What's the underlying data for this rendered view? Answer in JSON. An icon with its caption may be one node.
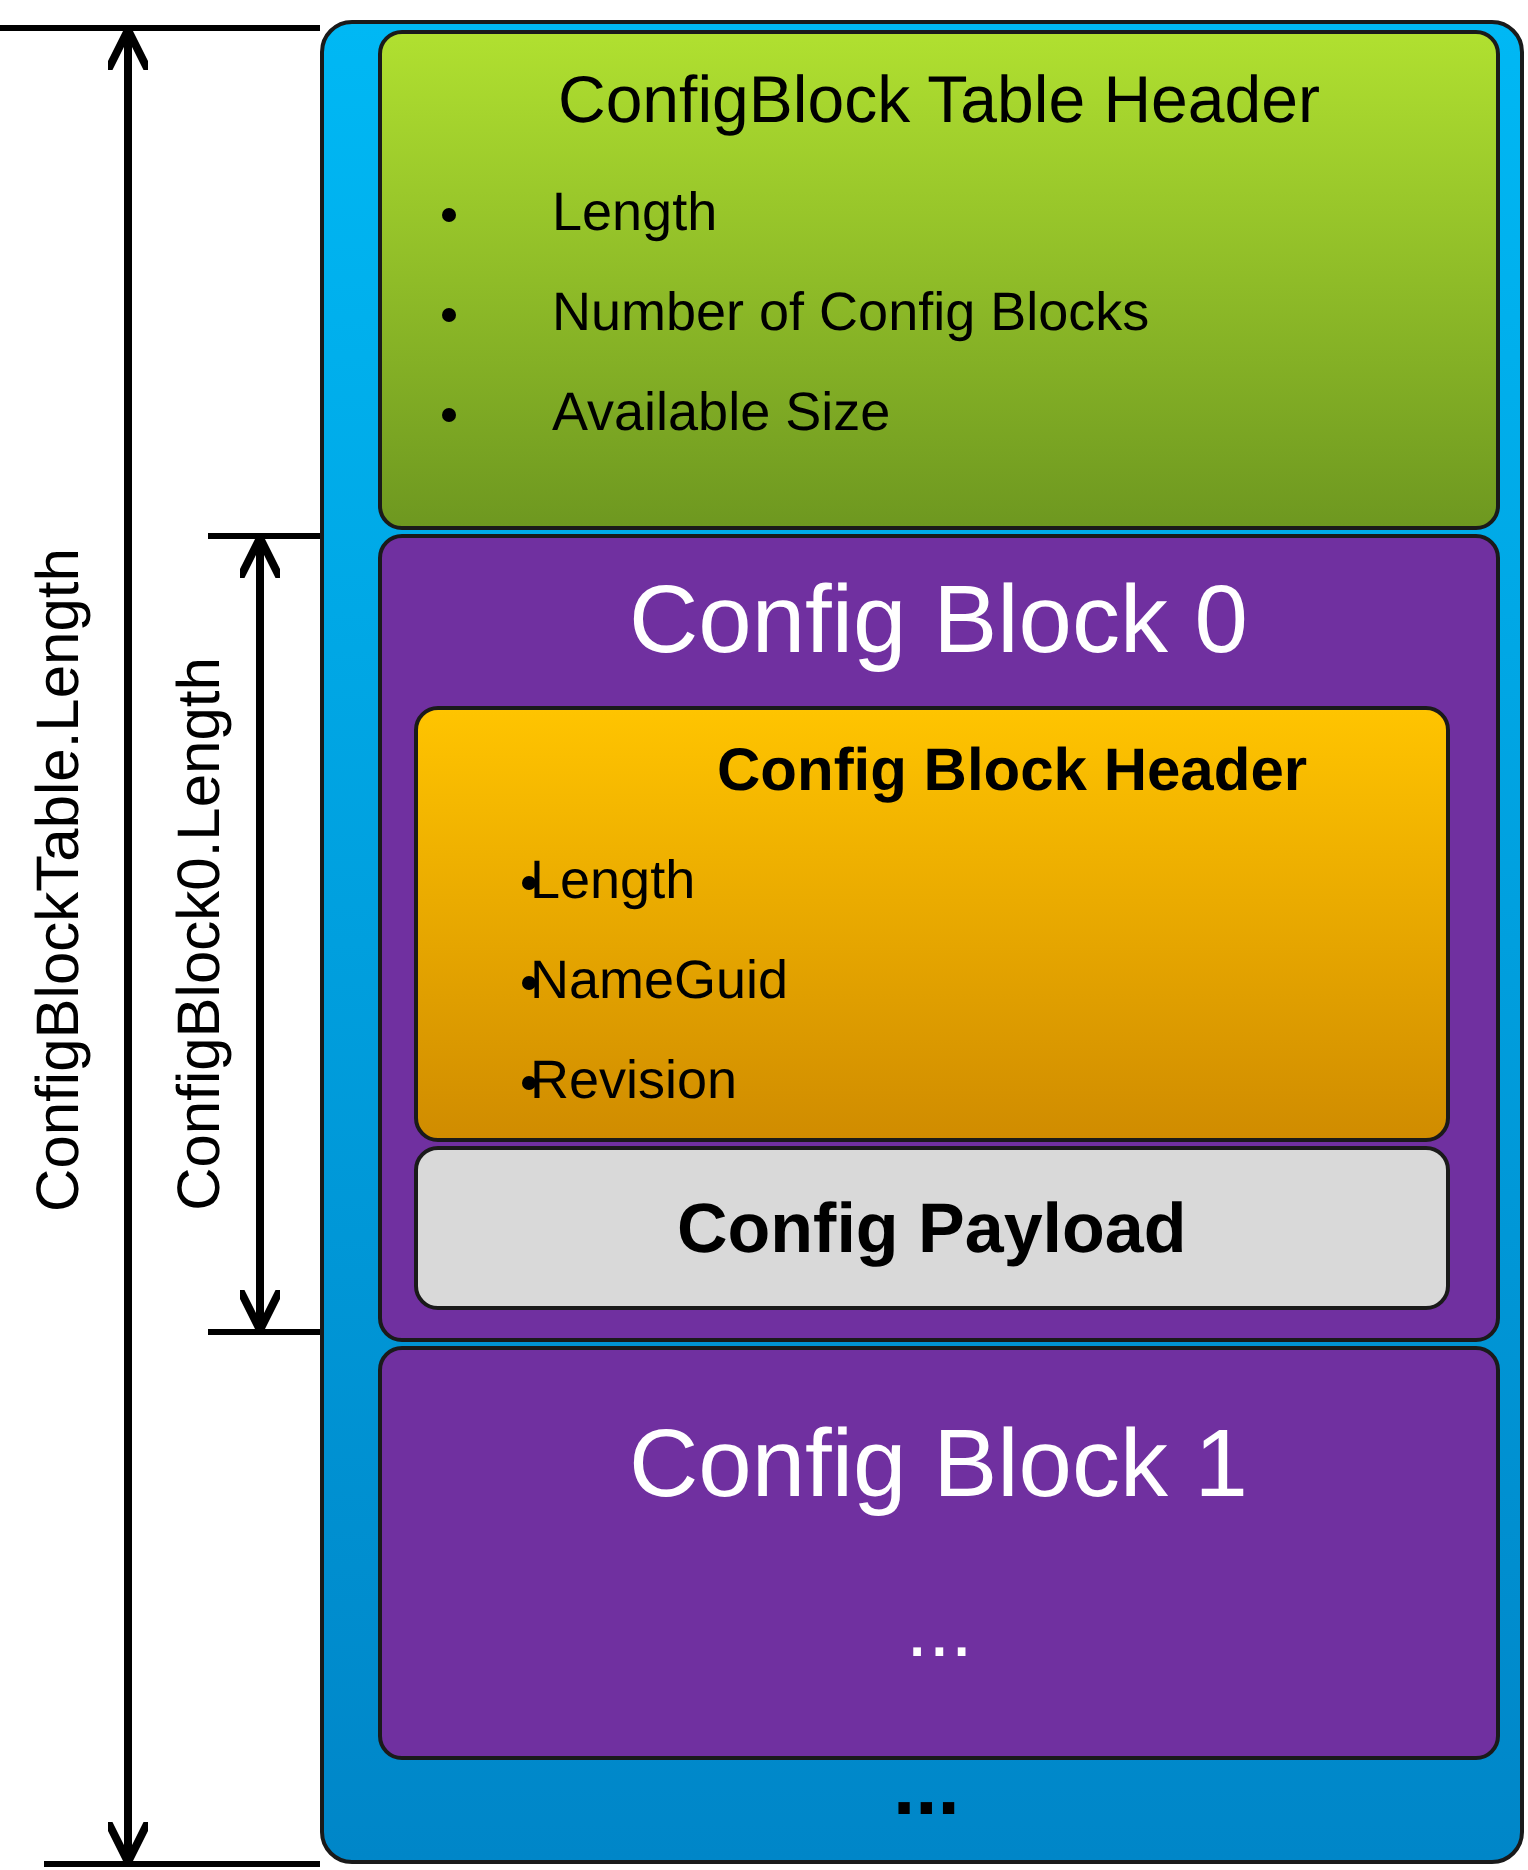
{
  "diagram": {
    "nodes": [
      {
        "text": [
          "..."
        ]
      },
      {
        "text": [
          "ConfigBlock Table Header",
          "Length",
          "Number of Config Blocks",
          "Available Size"
        ],
        "in": 0
      },
      {
        "text": [
          "Config Block 0"
        ],
        "in": 0
      },
      {
        "text": [
          "Config Block Header",
          "Length",
          "NameGuid",
          "Revision"
        ],
        "in": 2
      },
      {
        "text": [
          "Config Payload"
        ],
        "in": 2
      },
      {
        "text": [
          "Config Block 1",
          "..."
        ],
        "in": 0
      }
    ],
    "edges": [],
    "labels": [
      "ConfigBlockTable.Length",
      "ConfigBlock0.Length"
    ]
  }
}
